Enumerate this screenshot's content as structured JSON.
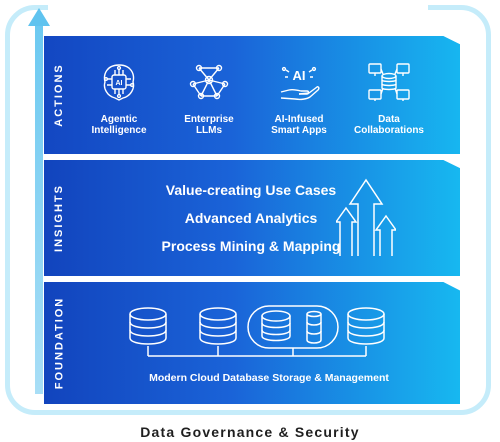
{
  "layers": {
    "actions": {
      "title": "ACTIONS",
      "items": [
        {
          "icon": "ai-chip-icon",
          "label": "Agentic\nIntelligence"
        },
        {
          "icon": "network-nodes-icon",
          "label": "Enterprise\nLLMs"
        },
        {
          "icon": "ai-hand-icon",
          "label": "AI-Infused\nSmart Apps"
        },
        {
          "icon": "database-network-icon",
          "label": "Data\nCollaborations"
        }
      ]
    },
    "insights": {
      "title": "INSIGHTS",
      "lines": [
        "Value-creating Use Cases",
        "Advanced Analytics",
        "Process Mining & Mapping"
      ],
      "icon": "growth-arrows-icon"
    },
    "foundation": {
      "title": "FOUNDATION",
      "label": "Modern Cloud Database Storage & Management",
      "icon": "database-icon"
    }
  },
  "footer": {
    "caption": "Data Governance & Security"
  },
  "colors": {
    "frame": "#c5ecfa",
    "arrow": "#5fc3ef",
    "layer_dark": "#1347c2",
    "layer_light": "#17b6f0",
    "text": "#ffffff"
  }
}
